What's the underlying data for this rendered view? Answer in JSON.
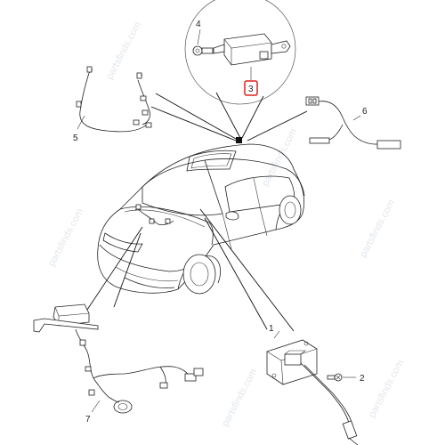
{
  "watermark": "partsfinds.com",
  "callouts": {
    "c1": "1",
    "c2": "2",
    "c3": "3",
    "c4": "4",
    "c5": "5",
    "c6": "6",
    "c7": "7"
  },
  "colors": {
    "line": "#222222",
    "highlight": "#e02020",
    "watermark": "#c9d2dc"
  }
}
